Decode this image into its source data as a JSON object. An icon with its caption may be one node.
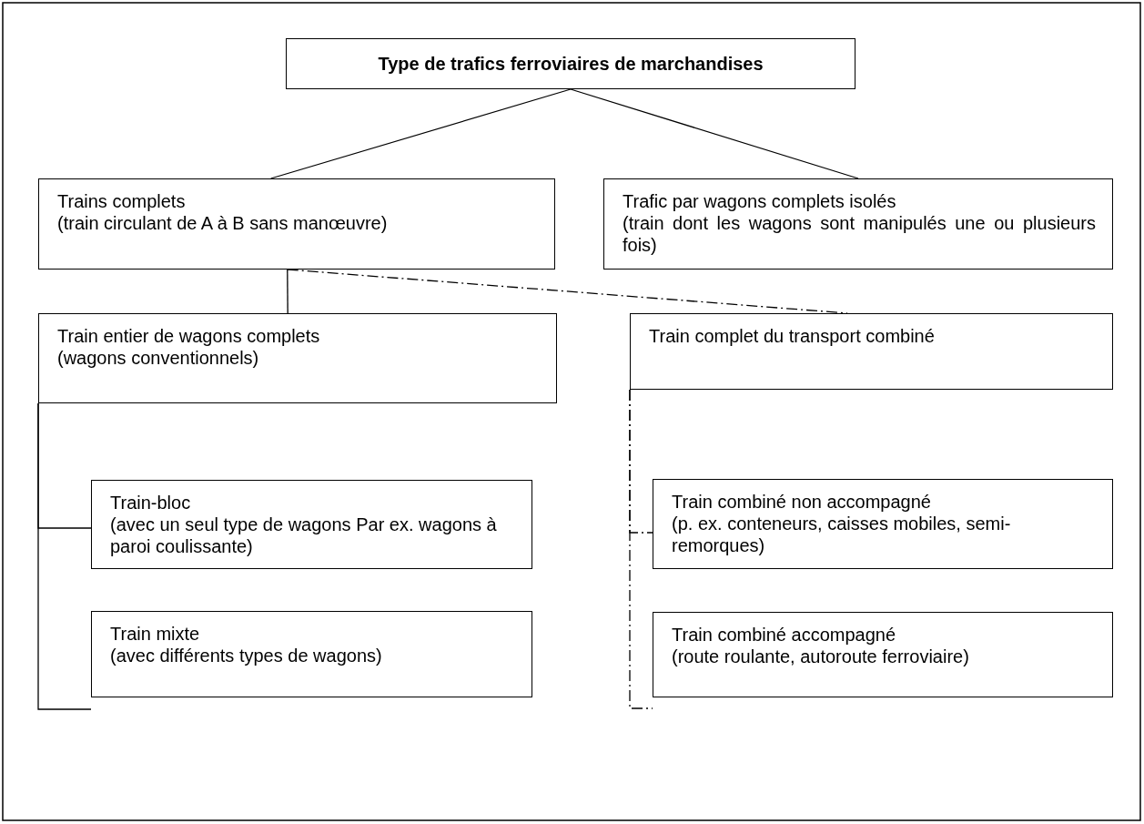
{
  "diagram": {
    "nodes": [
      {
        "text": [
          "Type de trafics ferroviaires de marchandises"
        ]
      },
      {
        "text": [
          "Trains complets",
          "(train circulant de A à B sans manœuvre)"
        ]
      },
      {
        "text": [
          "Trafic par wagons complets isolés",
          "(train dont les wagons sont manipulés une ou plusieurs fois)"
        ]
      },
      {
        "text": [
          "Train entier de wagons complets",
          "(wagons conventionnels)"
        ]
      },
      {
        "text": [
          "Train complet du transport combiné"
        ]
      },
      {
        "text": [
          "Train-bloc",
          "(avec un seul type de wagons Par ex. wagons à paroi coulissante)"
        ]
      },
      {
        "text": [
          "Train mixte",
          "(avec différents types de wagons)"
        ]
      },
      {
        "text": [
          "Train combiné non accompagné",
          "(p. ex. conteneurs, caisses mobiles, semi-remorques)"
        ]
      },
      {
        "text": [
          "Train combiné accompagné",
          "(route roulante, autoroute ferroviaire)"
        ]
      }
    ],
    "edges": [
      {
        "from": 0,
        "to": 1,
        "arrow": "none"
      },
      {
        "from": 0,
        "to": 2,
        "arrow": "none"
      },
      {
        "from": 1,
        "to": 3,
        "arrow": "none"
      },
      {
        "from": 1,
        "to": 4,
        "arrow": "none",
        "style": "dashed"
      },
      {
        "from": 3,
        "to": 5,
        "arrow": "none"
      },
      {
        "from": 3,
        "to": 6,
        "arrow": "none"
      },
      {
        "from": 4,
        "to": 7,
        "arrow": "none",
        "style": "dashed"
      },
      {
        "from": 4,
        "to": 8,
        "arrow": "none",
        "style": "dashed"
      }
    ]
  }
}
